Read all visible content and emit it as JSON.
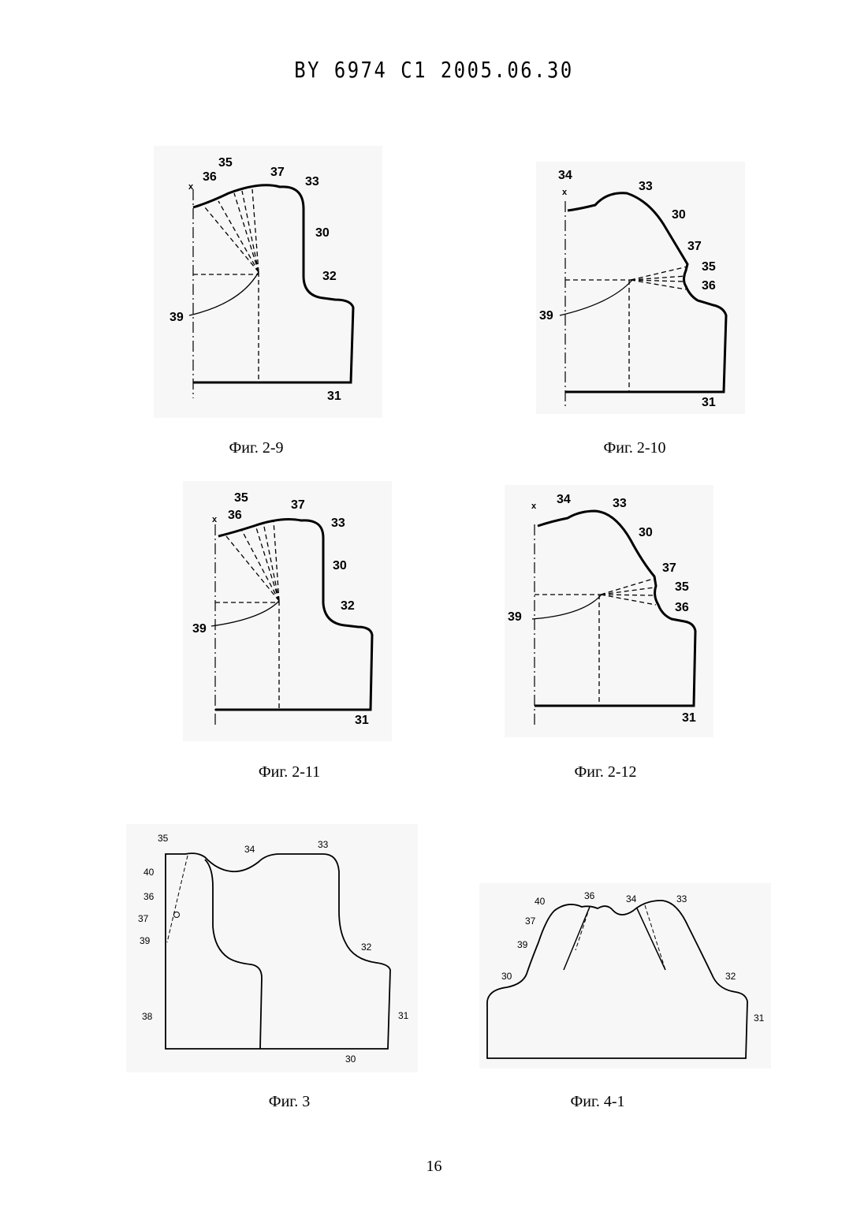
{
  "header": "BY 6974 C1 2005.06.30",
  "page_number": "16",
  "figures": [
    {
      "caption": "Фиг. 2-9",
      "labels": {
        "axis": "x",
        "l35": "35",
        "l36": "36",
        "l37": "37",
        "l33": "33",
        "l30": "30",
        "l32": "32",
        "l39": "39",
        "l31": "31"
      }
    },
    {
      "caption": "Фиг. 2-10",
      "labels": {
        "axis": "x",
        "l34": "34",
        "l33": "33",
        "l30": "30",
        "l37": "37",
        "l35": "35",
        "l36": "36",
        "l39": "39",
        "l31": "31"
      }
    },
    {
      "caption": "Фиг. 2-11",
      "labels": {
        "axis": "x",
        "l35": "35",
        "l36": "36",
        "l37": "37",
        "l33": "33",
        "l30": "30",
        "l32": "32",
        "l39": "39",
        "l31": "31"
      }
    },
    {
      "caption": "Фиг. 2-12",
      "labels": {
        "axis": "x",
        "l34": "34",
        "l33": "33",
        "l30": "30",
        "l37": "37",
        "l35": "35",
        "l36": "36",
        "l39": "39",
        "l31": "31"
      }
    },
    {
      "caption": "Фиг. 3",
      "labels": {
        "l35": "35",
        "l34": "34",
        "l33": "33",
        "l40": "40",
        "l36": "36",
        "l37": "37",
        "l39": "39",
        "l32": "32",
        "l38": "38",
        "l31": "31",
        "l30": "30"
      }
    },
    {
      "caption": "Фиг. 4-1",
      "labels": {
        "l40": "40",
        "l36": "36",
        "l34": "34",
        "l33": "33",
        "l37": "37",
        "l39": "39",
        "l30": "30",
        "l32": "32",
        "l31": "31"
      }
    }
  ]
}
